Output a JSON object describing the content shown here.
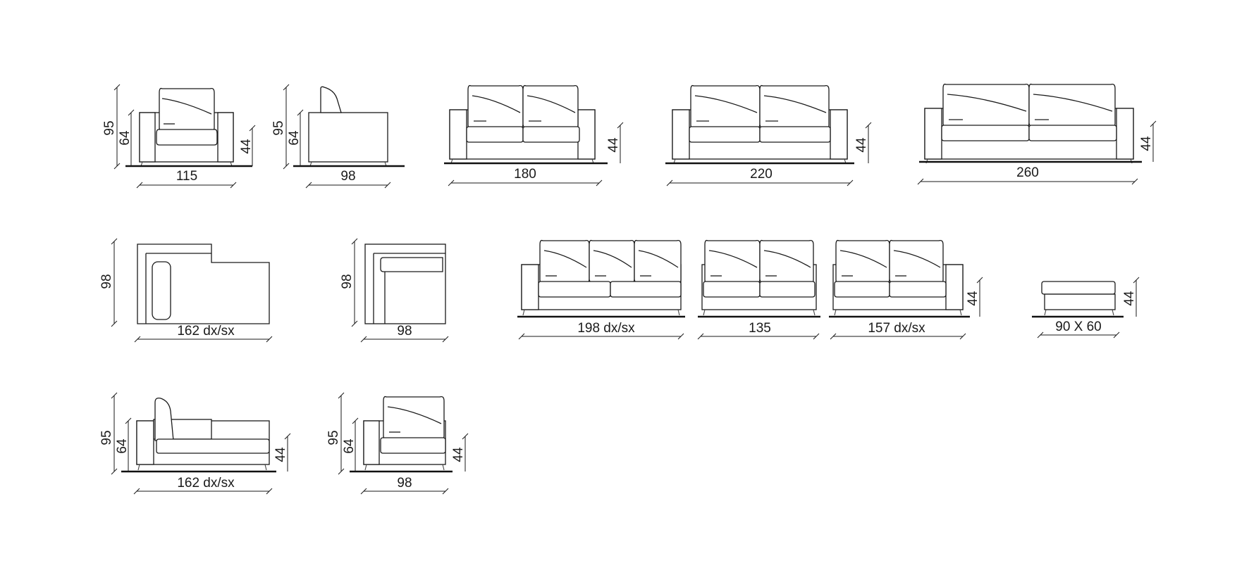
{
  "figures": {
    "armchair_front": {
      "width": "115",
      "height_total": "95",
      "height_arm": "64",
      "height_seat": "44"
    },
    "armchair_side": {
      "width": "98",
      "height_total": "95",
      "height_arm": "64"
    },
    "sofa_180": {
      "width": "180",
      "height_seat": "44"
    },
    "sofa_220": {
      "width": "220",
      "height_seat": "44"
    },
    "sofa_260": {
      "width": "260",
      "height_seat": "44"
    },
    "chaise_top": {
      "width": "162 dx/sx",
      "depth": "98"
    },
    "corner_top": {
      "width": "98",
      "depth": "98"
    },
    "module_198": {
      "width": "198 dx/sx"
    },
    "module_135": {
      "width": "135"
    },
    "module_157": {
      "width": "157 dx/sx",
      "height_seat": "44"
    },
    "pouf": {
      "size": "90 X 60",
      "height_seat": "44"
    },
    "chaise_side": {
      "width": "162 dx/sx",
      "height_total": "95",
      "height_arm": "64",
      "height_seat": "44"
    },
    "corner_front": {
      "width": "98",
      "height_total": "95",
      "height_arm": "64",
      "height_seat": "44"
    }
  }
}
